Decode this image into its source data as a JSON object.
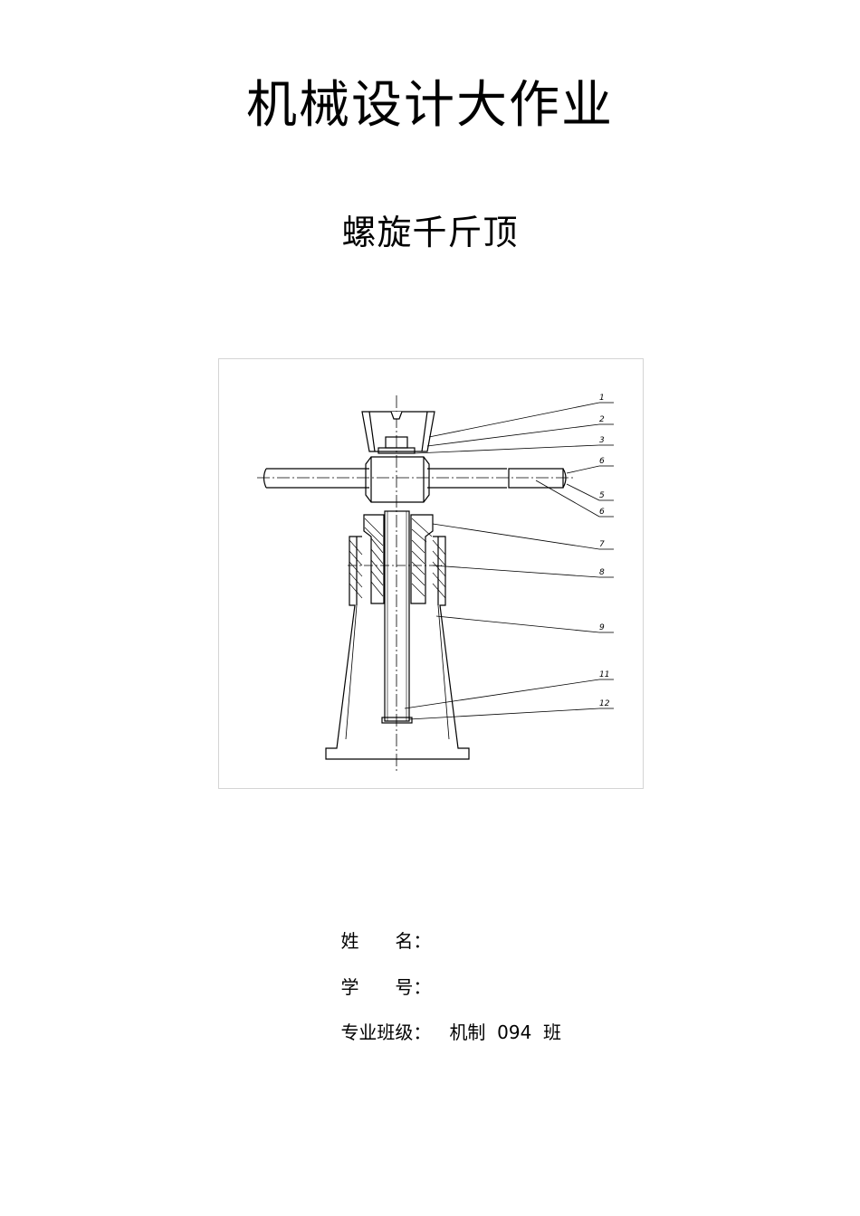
{
  "document": {
    "title": "机械设计大作业",
    "subtitle": "螺旋千斤顶"
  },
  "figure": {
    "callouts": [
      "1",
      "2",
      "3",
      "6",
      "5",
      "6",
      "7",
      "8",
      "9",
      "11",
      "12"
    ]
  },
  "info": {
    "name_label": "姓　　名：",
    "name_value": "",
    "id_label": "学　　号：",
    "id_value": "",
    "major_label": "专业班级：",
    "major_value": "机制  094  班"
  }
}
